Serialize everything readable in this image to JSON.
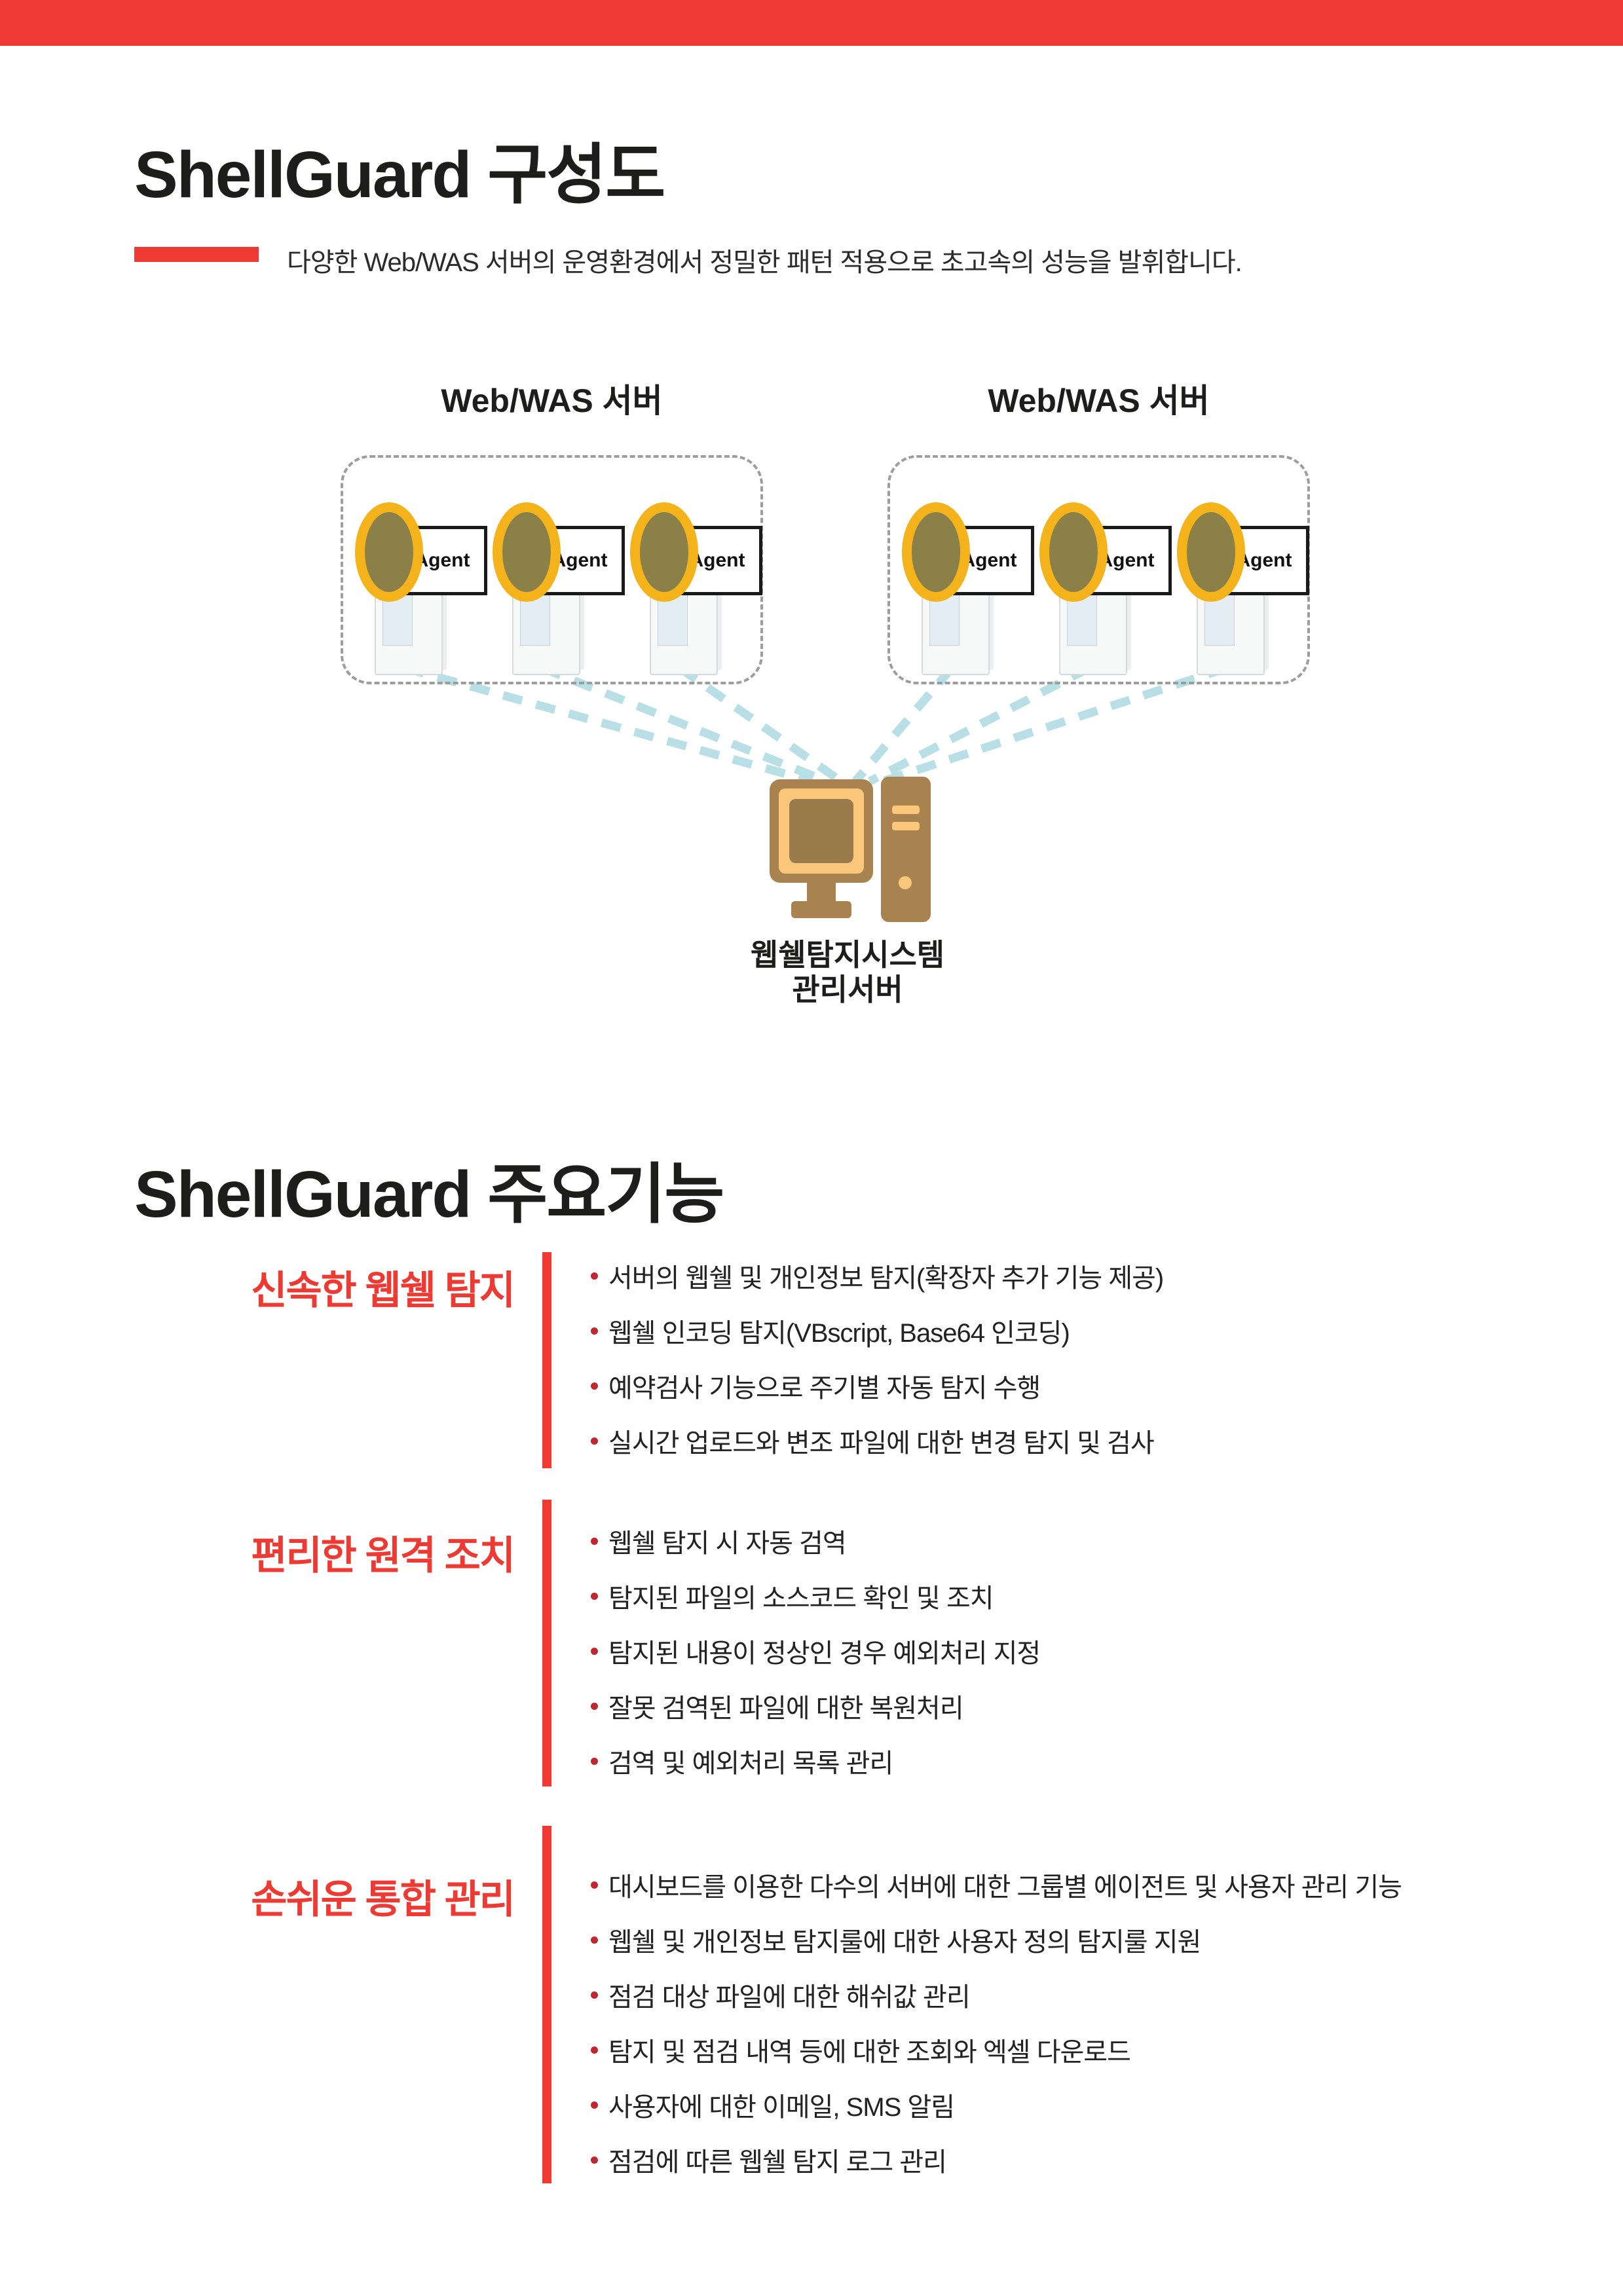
{
  "colors": {
    "accent_red": "#EE3A33",
    "bullet_dot_red": "#C1272D",
    "agent_ring_yellow": "#F5B31B",
    "agent_core_olive": "#8B8148",
    "server_brown": "#A9834F",
    "server_bezel_orange": "#FBC77B",
    "connection_line_blue": "#B9DFE6"
  },
  "diagram_section": {
    "title": "ShellGuard 구성도",
    "subtitle": "다양한 Web/WAS 서버의 운영환경에서 정밀한 패턴 적용으로 초고속의 성능을 발휘합니다.",
    "groups": [
      {
        "label": "Web/WAS 서버",
        "agents": [
          "Agent",
          "Agent",
          "Agent"
        ]
      },
      {
        "label": "Web/WAS 서버",
        "agents": [
          "Agent",
          "Agent",
          "Agent"
        ]
      }
    ],
    "management_server": {
      "label_line1": "웹쉘탐지시스템",
      "label_line2": "관리서버"
    }
  },
  "features_section": {
    "title": "ShellGuard 주요기능",
    "features": [
      {
        "heading": "신속한 웹쉘 탐지",
        "bullets": [
          "서버의 웹쉘 및 개인정보 탐지(확장자 추가 기능 제공)",
          "웹쉘 인코딩 탐지(VBscript, Base64 인코딩)",
          "예약검사 기능으로 주기별 자동 탐지 수행",
          "실시간 업로드와 변조 파일에 대한 변경 탐지 및 검사"
        ]
      },
      {
        "heading": "편리한 원격 조치",
        "bullets": [
          "웹쉘 탐지 시 자동 검역",
          "탐지된 파일의 소스코드 확인 및 조치",
          "탐지된 내용이 정상인 경우 예외처리 지정",
          "잘못 검역된 파일에 대한 복원처리",
          "검역 및 예외처리 목록 관리"
        ]
      },
      {
        "heading": "손쉬운 통합 관리",
        "bullets": [
          "대시보드를 이용한 다수의 서버에 대한 그룹별 에이전트 및 사용자 관리 기능",
          "웹쉘 및 개인정보 탐지룰에 대한 사용자 정의 탐지룰 지원",
          "점검 대상 파일에 대한 해쉬값 관리",
          "탐지 및 점검 내역 등에 대한 조회와 엑셀 다운로드",
          "사용자에 대한 이메일, SMS 알림",
          "점검에 따른 웹쉘 탐지 로그 관리"
        ]
      }
    ]
  }
}
